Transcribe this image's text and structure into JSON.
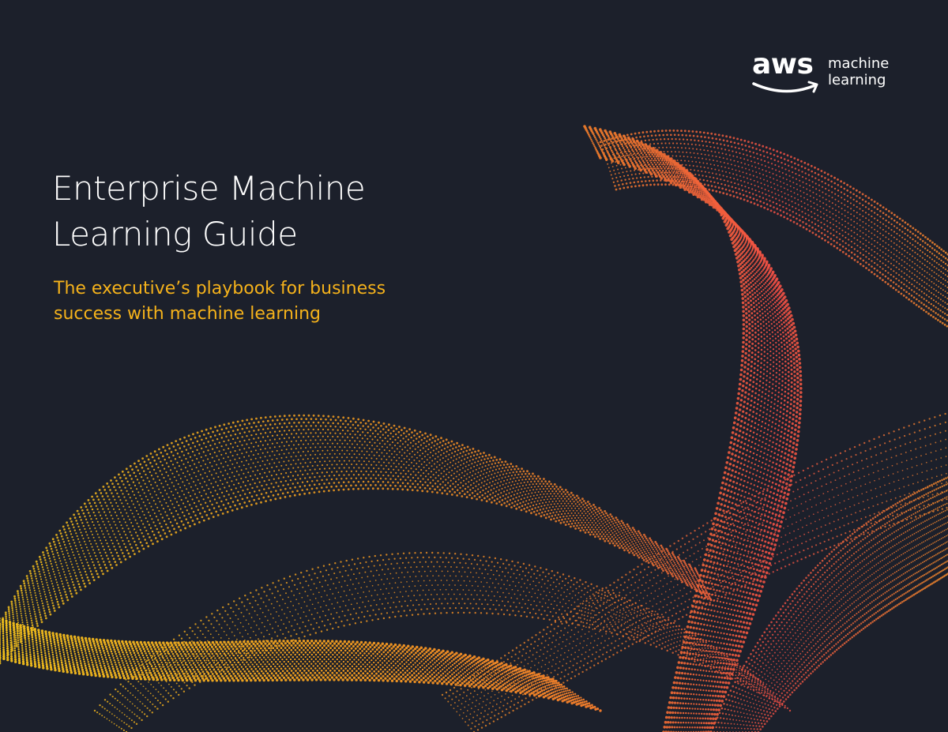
{
  "brand": {
    "wordmark": "aws",
    "product_line1": "machine",
    "product_line2": "learning"
  },
  "title": {
    "line1": "Enterprise Machine",
    "line2": "Learning Guide"
  },
  "subtitle": {
    "line1": "The executive’s playbook for business",
    "line2": "success with machine learning"
  },
  "colors": {
    "background": "#1c202b",
    "accent_yellow": "#f5b21b",
    "gradient_orange": "#f7931e",
    "gradient_red": "#f04e45",
    "text_white": "#ffffff"
  }
}
